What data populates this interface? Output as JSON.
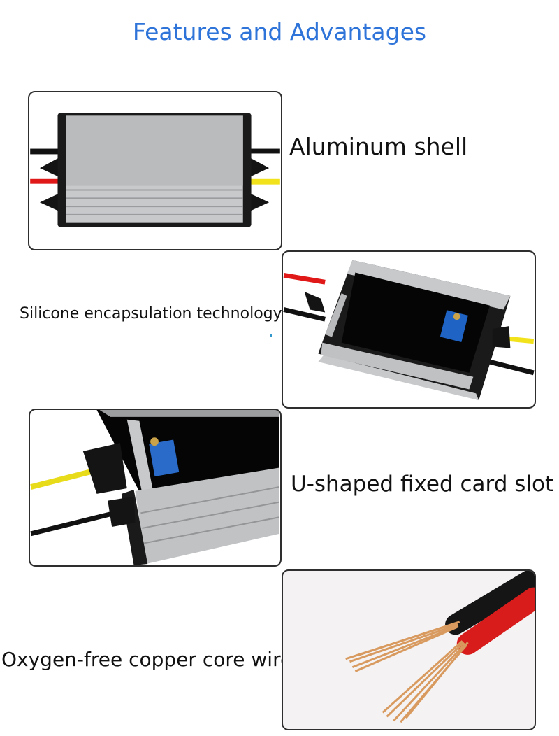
{
  "header": {
    "title": "Features and Advantages"
  },
  "features": [
    {
      "label": "Aluminum shell",
      "image_icon": "aluminum-shell-converter-photo"
    },
    {
      "label": "Silicone encapsulation technology",
      "image_icon": "silicone-encapsulated-converter-photo"
    },
    {
      "label": "U-shaped fixed card slot",
      "image_icon": "card-slot-converter-photo"
    },
    {
      "label": "Oxygen-free copper core wire",
      "image_icon": "copper-core-wire-photo"
    }
  ],
  "colors": {
    "title": "#2f74d9",
    "frame_border": "#2e2e2e",
    "aluminum": "#c9cbcd",
    "red_wire": "#e02020",
    "yellow_wire": "#f2e21c",
    "copper": "#d89a5e"
  }
}
